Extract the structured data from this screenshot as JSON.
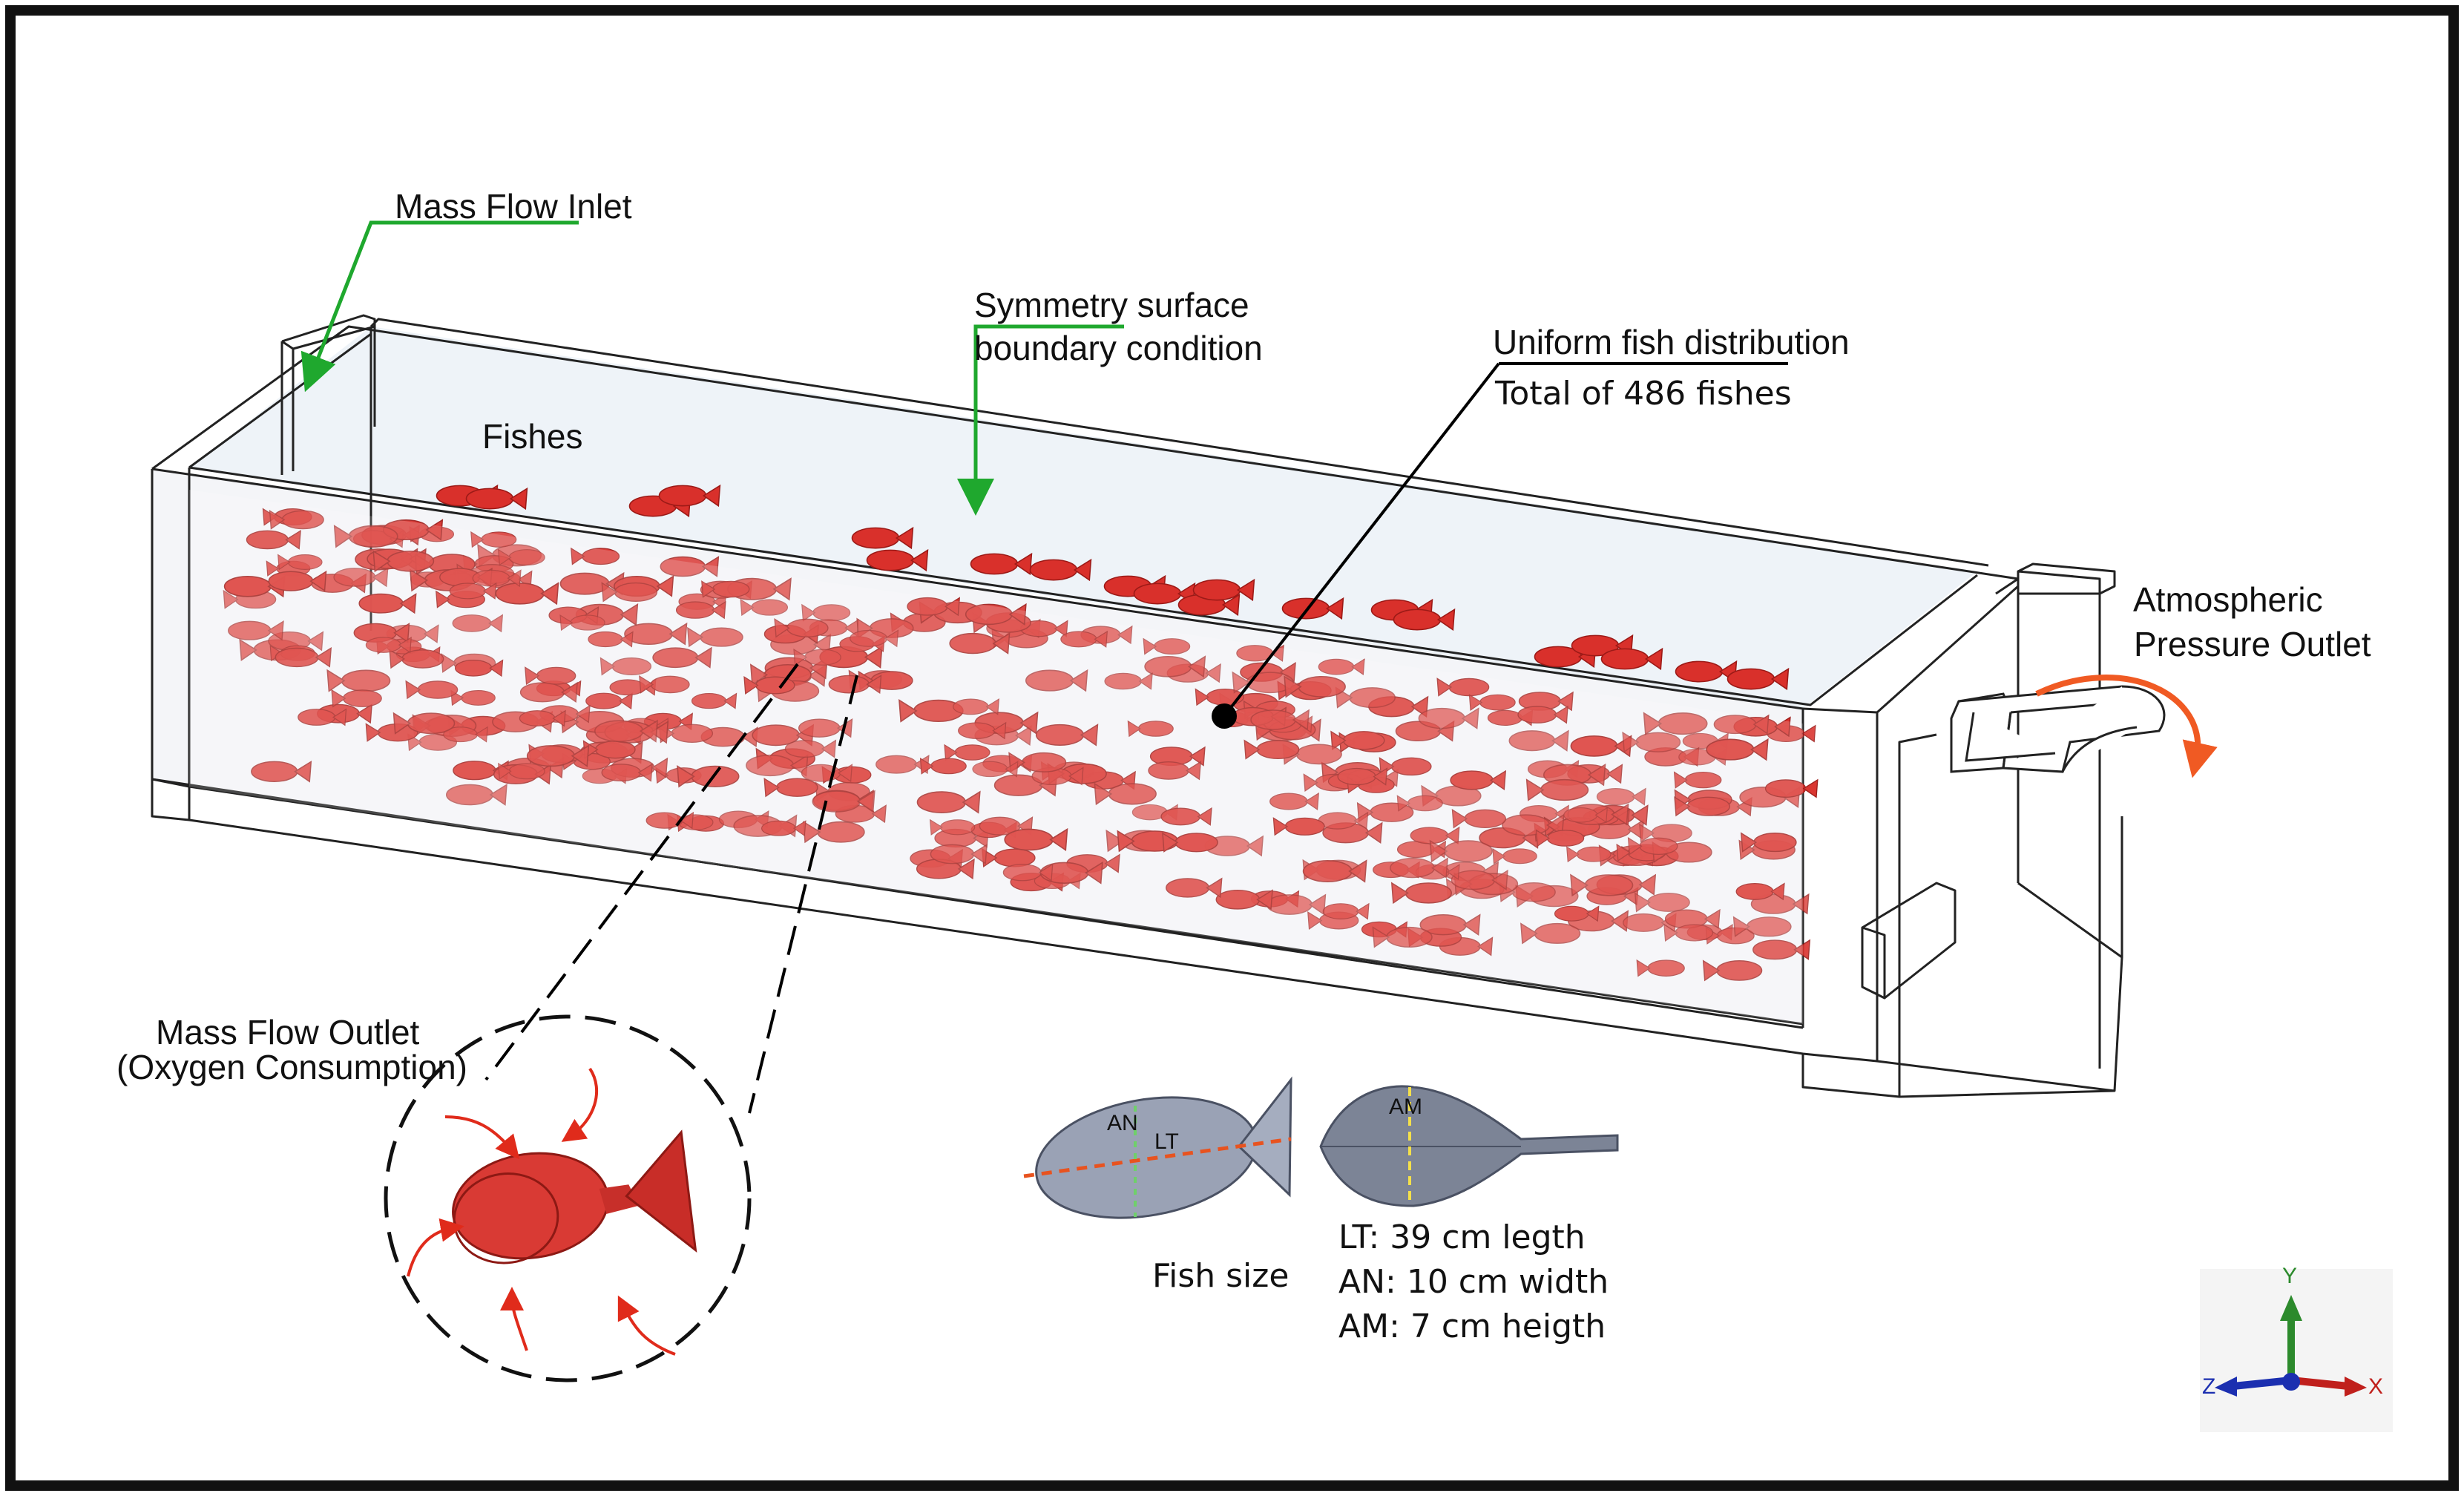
{
  "labels": {
    "mass_flow_inlet": "Mass Flow Inlet",
    "symmetry_line1": "Symmetry surface",
    "symmetry_line2": "boundary condition",
    "uniform_dist": "Uniform fish distribution",
    "total_fishes": "Total of 486 fishes",
    "fishes": "Fishes",
    "atmo_line1": "Atmospheric",
    "atmo_line2": "Pressure Outlet",
    "outlet_line1": "Mass Flow Outlet",
    "outlet_line2": "(Oxygen Consumption)",
    "fish_size": "Fish size",
    "lt_spec": "LT: 39 cm legth",
    "an_spec": "AN: 10 cm width",
    "am_spec": "AM: 7 cm heigth",
    "an_tag": "AN",
    "lt_tag": "LT",
    "am_tag": "AM"
  },
  "axes": {
    "y": "Y",
    "z": "Z",
    "x": "X"
  },
  "colors": {
    "fish": "#d9302b",
    "fish_dark": "#b01f1c",
    "leader_green": "#1fa82e",
    "arrow_orange": "#f05a23",
    "tank_line": "#222222",
    "tank_fill": "#eef2f6",
    "model_grey": "#8a93a6",
    "model_dark": "#4a5163",
    "dim_red": "#e8531f",
    "dim_green": "#6fd06a",
    "dim_yellow": "#f4e04a",
    "axis_green": "#2c8a2c",
    "axis_blue": "#1b2fb0",
    "axis_red": "#c0201c"
  }
}
